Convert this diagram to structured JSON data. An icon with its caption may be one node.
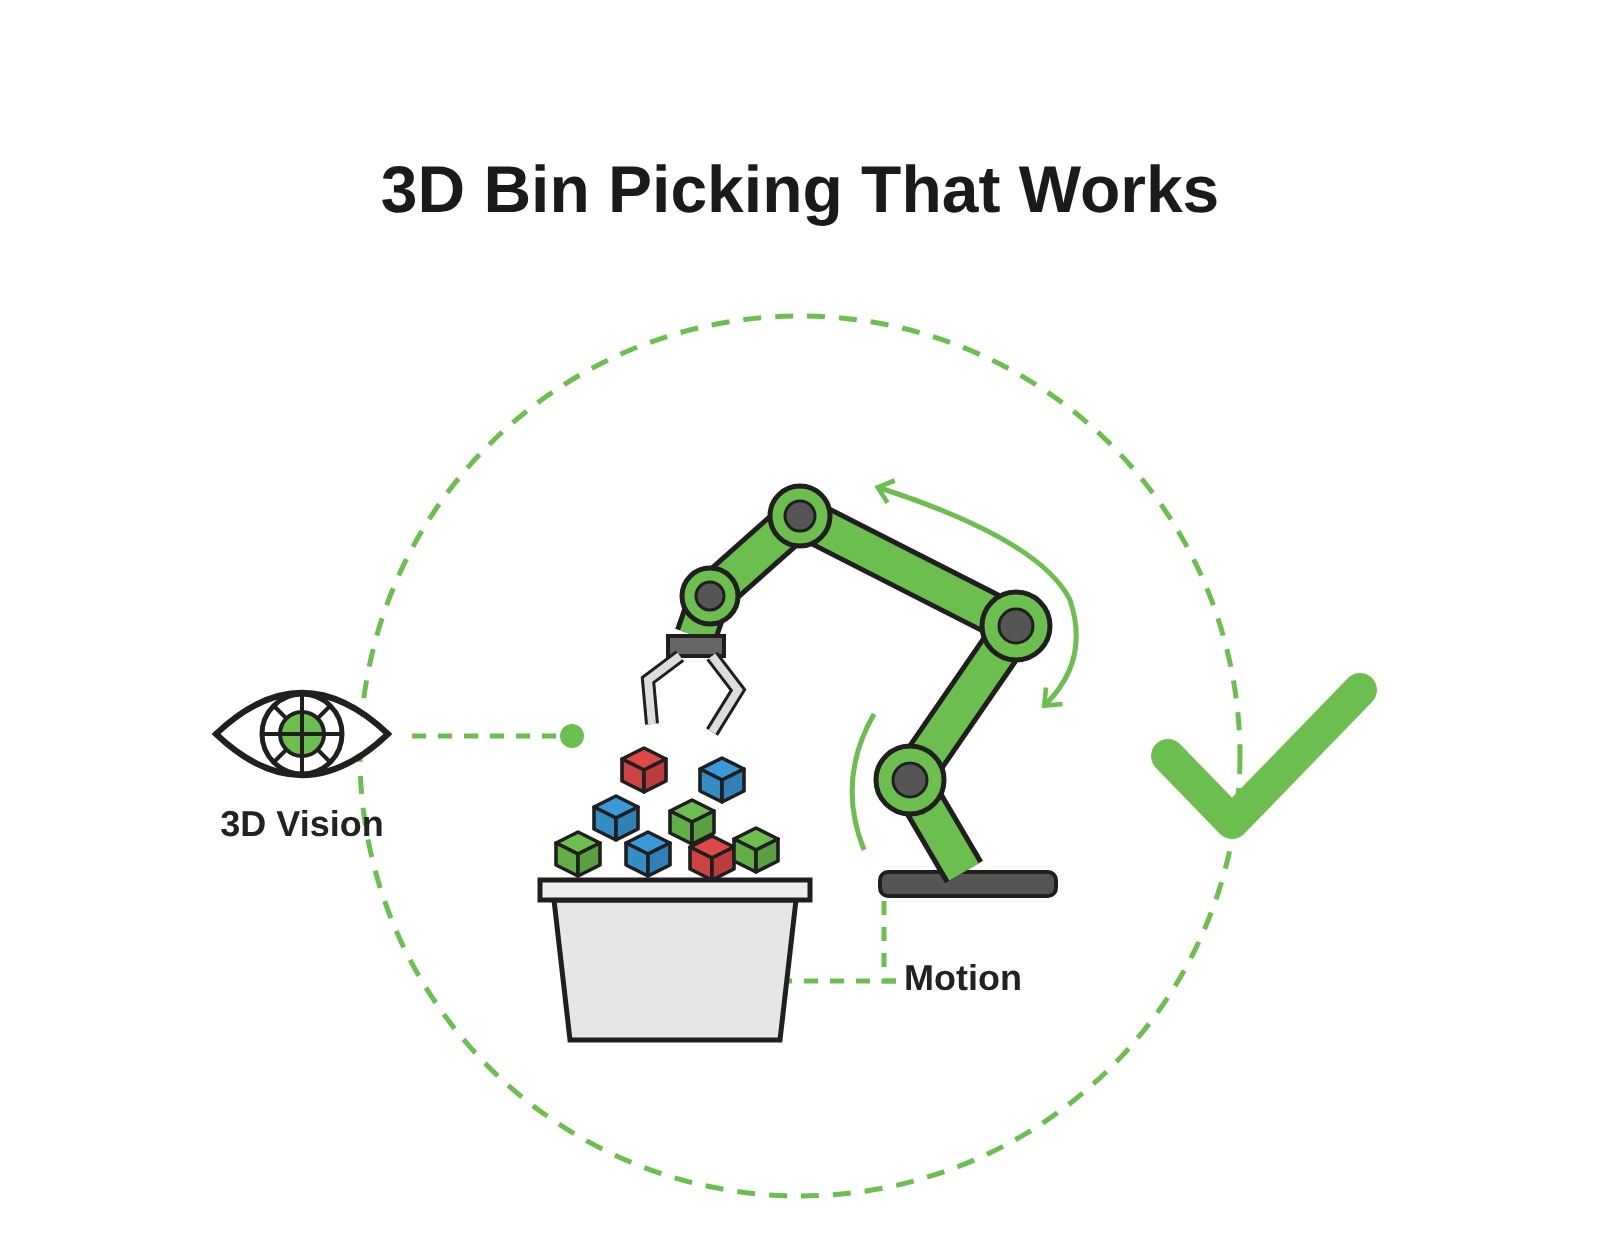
{
  "diagram": {
    "title": "3D Bin Picking That Works",
    "nodes": [
      {
        "text": [
          "3D Vision"
        ]
      },
      {
        "text": [],
        "shape": "picture"
      },
      {
        "text": [],
        "shape": "picture"
      },
      {
        "text": [],
        "shape": "picture"
      },
      {
        "text": [
          "Motion"
        ]
      }
    ],
    "edges": [
      {
        "from": 0,
        "to": 1,
        "arrow": "other",
        "style": "dashed"
      },
      {
        "from": 4,
        "to": 3,
        "arrow": "other",
        "style": "dashed"
      },
      {
        "from": 4,
        "to": 2,
        "arrow": "none",
        "style": "dashed"
      }
    ]
  }
}
